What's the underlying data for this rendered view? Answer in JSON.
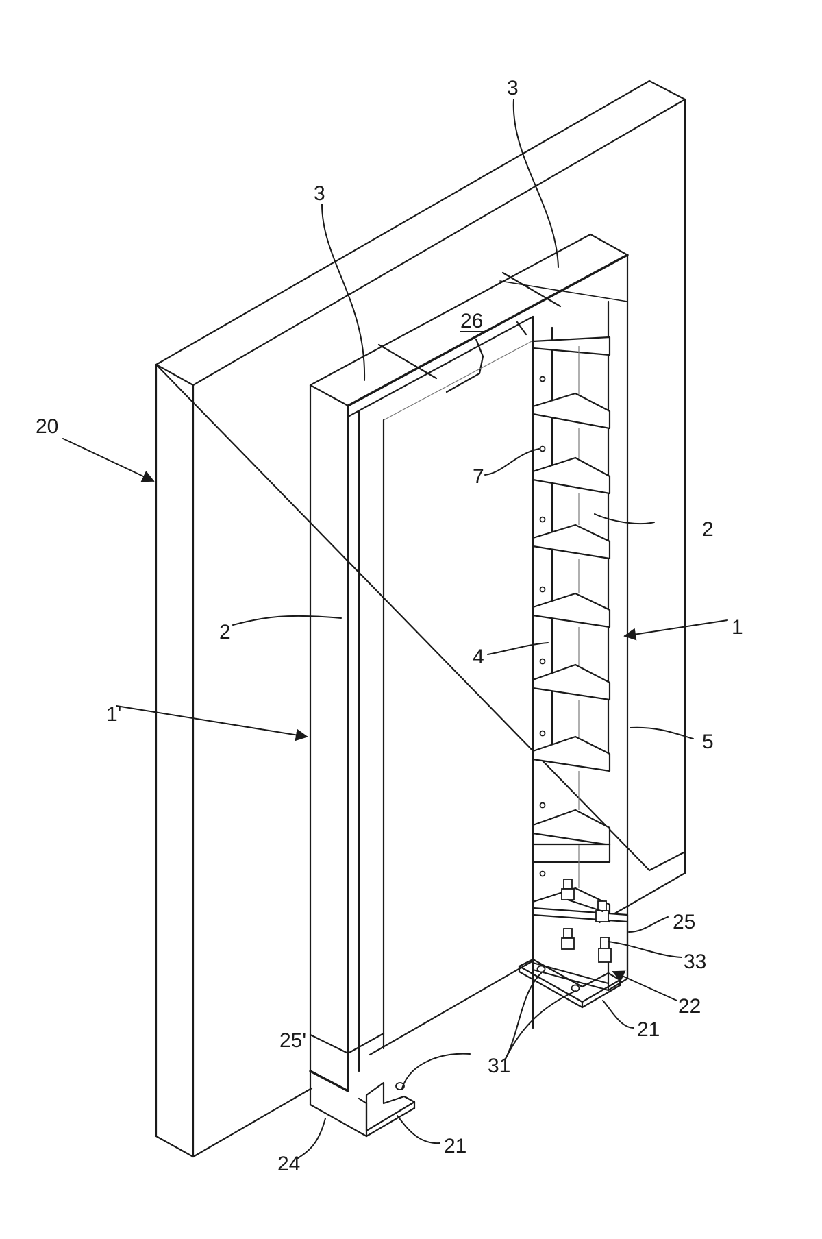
{
  "labels": {
    "wall": "20",
    "top_beam_left": "3",
    "top_beam_right": "3",
    "top_center": "26",
    "post_left": "2",
    "post_right": "2",
    "frame_right": "1",
    "frame_left": "1'",
    "inner_face": "4",
    "post_side": "5",
    "hole": "7",
    "base_right": "25",
    "base_left": "25'",
    "bolt": "33",
    "bracket": "22",
    "plate_right": "21",
    "plate_left": "21",
    "screws_right": "31",
    "screws_left": "31",
    "foot_left": "24"
  }
}
